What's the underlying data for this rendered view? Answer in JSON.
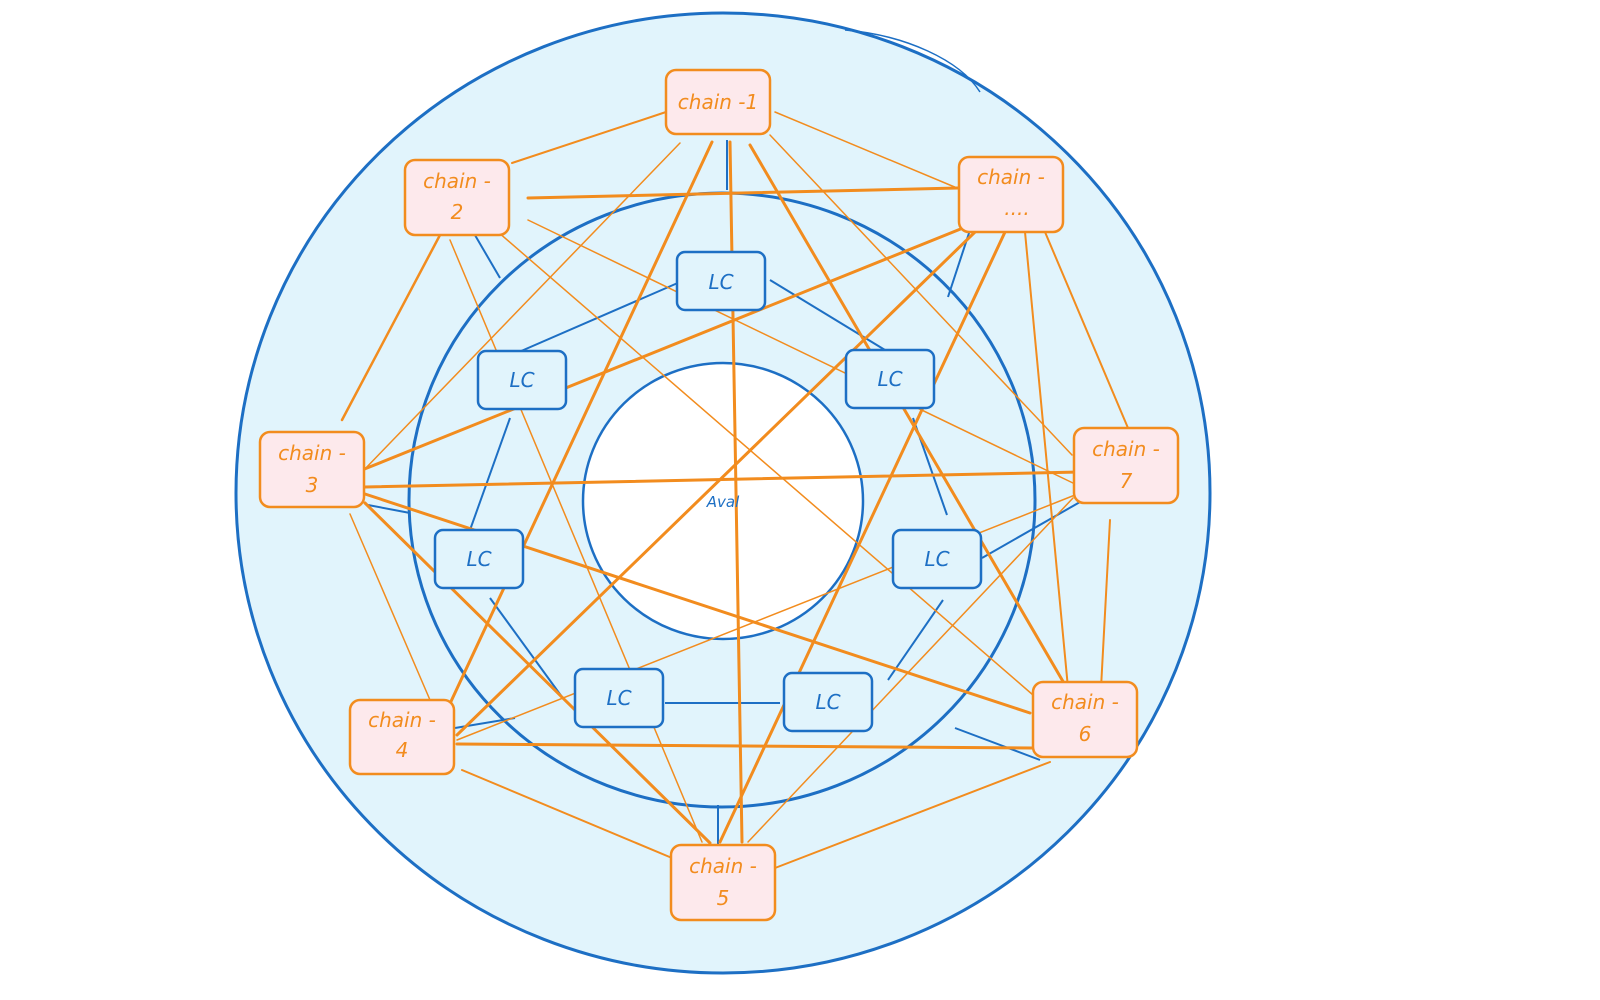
{
  "colors": {
    "outer_fill": "#e1f4fc",
    "blue_stroke": "#1d6fc4",
    "orange_stroke": "#f28c1e",
    "chain_fill": "#fde9ec",
    "center_fill": "#ffffff"
  },
  "center": {
    "label": "Aval"
  },
  "light_clients": [
    {
      "id": "lc-top",
      "label": "LC"
    },
    {
      "id": "lc-upper-right",
      "label": "LC"
    },
    {
      "id": "lc-lower-right",
      "label": "LC"
    },
    {
      "id": "lc-bottom-right",
      "label": "LC"
    },
    {
      "id": "lc-bottom-left",
      "label": "LC"
    },
    {
      "id": "lc-lower-left",
      "label": "LC"
    },
    {
      "id": "lc-upper-left",
      "label": "LC"
    }
  ],
  "chains": [
    {
      "id": "chain-1",
      "line1": "chain -1",
      "line2": ""
    },
    {
      "id": "chain-2",
      "line1": "chain -",
      "line2": "2"
    },
    {
      "id": "chain-n",
      "line1": "chain -",
      "line2": "...."
    },
    {
      "id": "chain-3",
      "line1": "chain -",
      "line2": "3"
    },
    {
      "id": "chain-7",
      "line1": "chain -",
      "line2": "7"
    },
    {
      "id": "chain-4",
      "line1": "chain -",
      "line2": "4"
    },
    {
      "id": "chain-6",
      "line1": "chain -",
      "line2": "6"
    },
    {
      "id": "chain-5",
      "line1": "chain -",
      "line2": "5"
    }
  ]
}
